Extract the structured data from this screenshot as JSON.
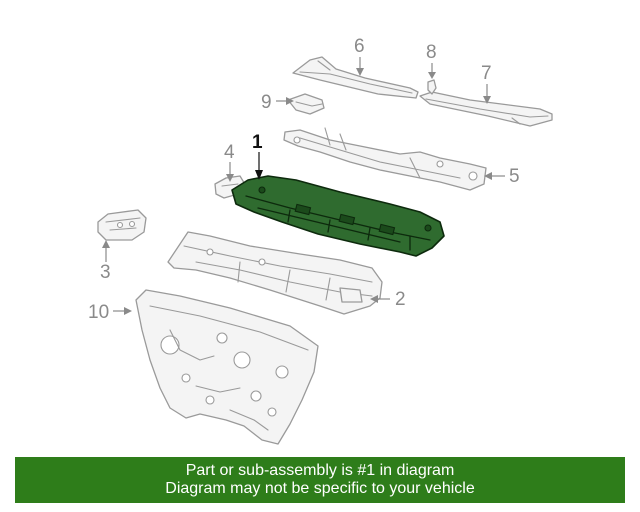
{
  "callouts": {
    "c1": "1",
    "c2": "2",
    "c3": "3",
    "c4": "4",
    "c5": "5",
    "c6": "6",
    "c7": "7",
    "c8": "8",
    "c9": "9",
    "c10": "10"
  },
  "highlighted_part": "1",
  "banner": {
    "line1": "Part or sub-assembly is #1 in diagram",
    "line2": "Diagram may not be specific to your vehicle"
  },
  "colors": {
    "banner_bg": "#2e7d1a",
    "highlight_part": "#2f6b2f"
  }
}
